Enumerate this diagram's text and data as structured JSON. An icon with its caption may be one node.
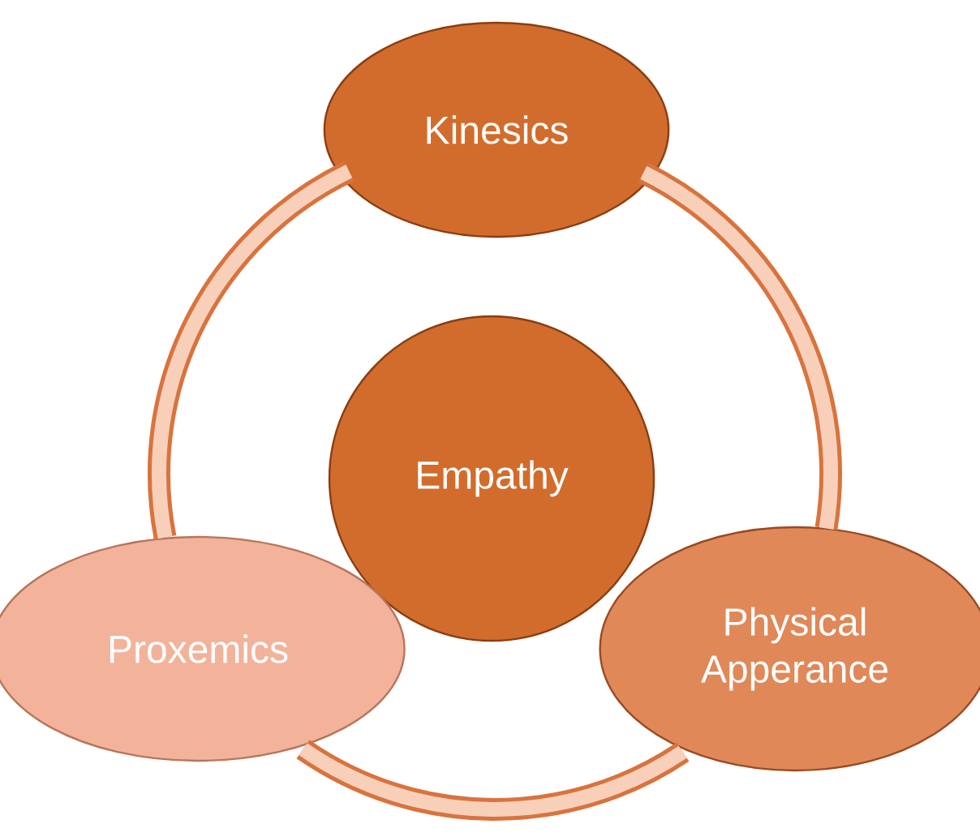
{
  "diagram": {
    "nodes": [
      {
        "text": [
          "Kinesics"
        ]
      },
      {
        "text": [
          "Empathy"
        ]
      },
      {
        "text": [
          "Proxemics"
        ]
      },
      {
        "text": [
          "Physical Apperance"
        ]
      }
    ],
    "edges": [
      {
        "from": 0,
        "to": 3,
        "arrow": "none"
      },
      {
        "from": 3,
        "to": 2,
        "arrow": "none"
      },
      {
        "from": 2,
        "to": 0,
        "arrow": "none"
      }
    ]
  }
}
